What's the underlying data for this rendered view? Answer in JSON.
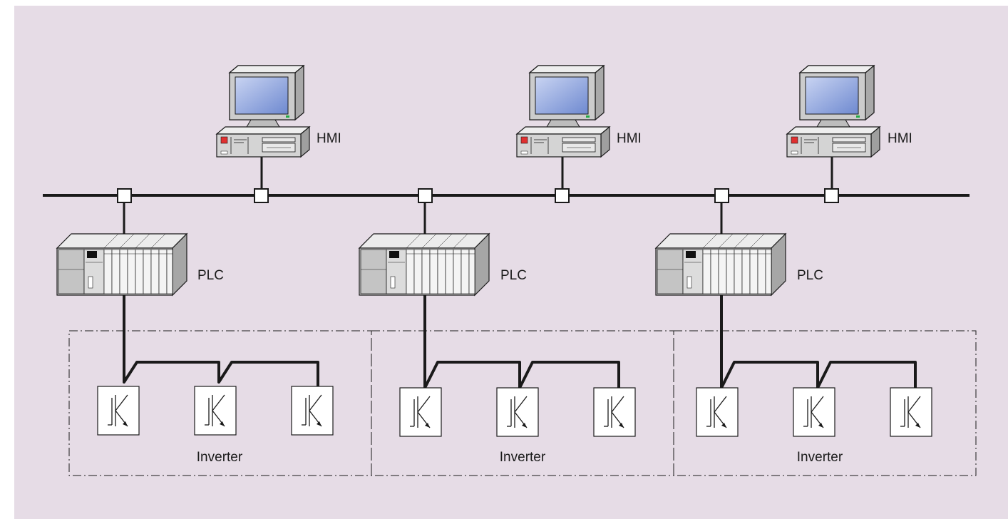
{
  "diagram": {
    "hmi_label": "HMI",
    "plc_label": "PLC",
    "inverter_label": "Inverter",
    "colors": {
      "background": "#e6dce6",
      "line": "#1a1a1a",
      "screen": "#8ea6df",
      "device_body": "#d4d4d4",
      "led_red": "#e03030",
      "led_green": "#22aa44"
    }
  }
}
